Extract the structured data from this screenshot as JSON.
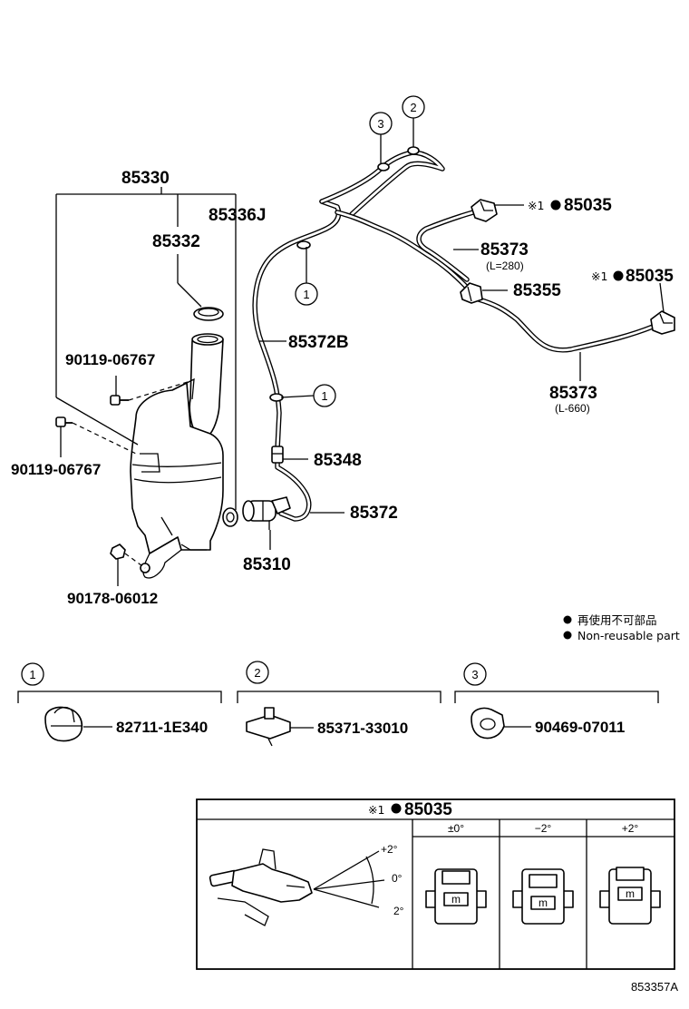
{
  "parts": {
    "tank_assy": "85330",
    "inlet": "85336J",
    "cap": "85332",
    "bolt_a": "90119-06767",
    "bolt_b": "90119-06767",
    "nut": "90178-06012",
    "pump": "85310",
    "hose_main": "85372B",
    "hose_pump": "85372",
    "check_valve": "85348",
    "nozzle_top": "85035",
    "nozzle_mid": "85035",
    "hose_short": "85373",
    "hose_short_len": "(L=280)",
    "connector": "85355",
    "hose_long": "85373",
    "hose_long_len": "(L-660)"
  },
  "marks": {
    "ref_mark": "※1",
    "callout_1": "1",
    "callout_2": "2",
    "callout_3": "3"
  },
  "legend": {
    "line_jp": "再使用不可部品",
    "line_en": "Non-reusable part"
  },
  "clips": [
    {
      "callout": "1",
      "part": "82711-1E340"
    },
    {
      "callout": "2",
      "part": "85371-33010"
    },
    {
      "callout": "3",
      "part": "90469-07011"
    }
  ],
  "nozzle_table": {
    "title_mark": "※1",
    "title_part": "85035",
    "columns": [
      "±0°",
      "−2°",
      "+2°"
    ],
    "angle_labels": {
      "up": "+2°",
      "mid": "0°",
      "down": "2°"
    }
  },
  "figure_id": "853357A"
}
